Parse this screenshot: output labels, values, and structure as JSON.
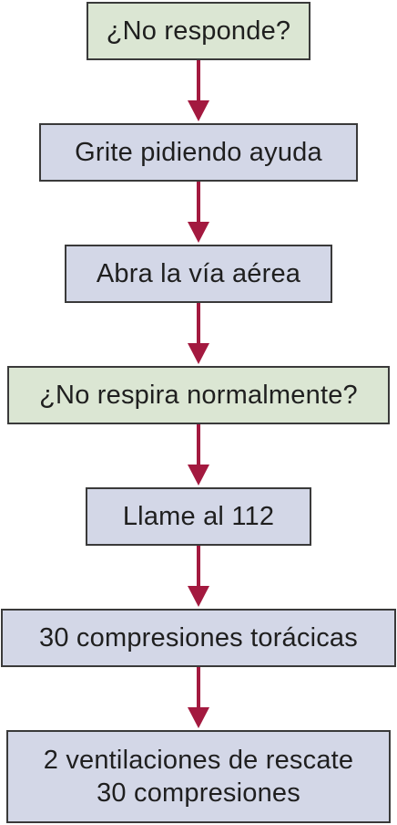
{
  "flowchart": {
    "steps": [
      {
        "kind": "question",
        "lines": [
          "¿No responde?"
        ]
      },
      {
        "kind": "action",
        "lines": [
          "Grite pidiendo ayuda"
        ]
      },
      {
        "kind": "action",
        "lines": [
          "Abra la vía aérea"
        ]
      },
      {
        "kind": "question",
        "lines": [
          "¿No respira normalmente?"
        ]
      },
      {
        "kind": "action",
        "lines": [
          "Llame al 112"
        ]
      },
      {
        "kind": "action",
        "lines": [
          "30 compresiones torácicas"
        ]
      },
      {
        "kind": "action",
        "lines": [
          "2 ventilaciones de rescate",
          "30 compresiones"
        ]
      }
    ]
  },
  "colors": {
    "question_fill": "#dbe6d3",
    "action_fill": "#d3d7e7",
    "border": "#3a3a3a",
    "arrow": "#a3193f",
    "text": "#1f1f1f"
  }
}
